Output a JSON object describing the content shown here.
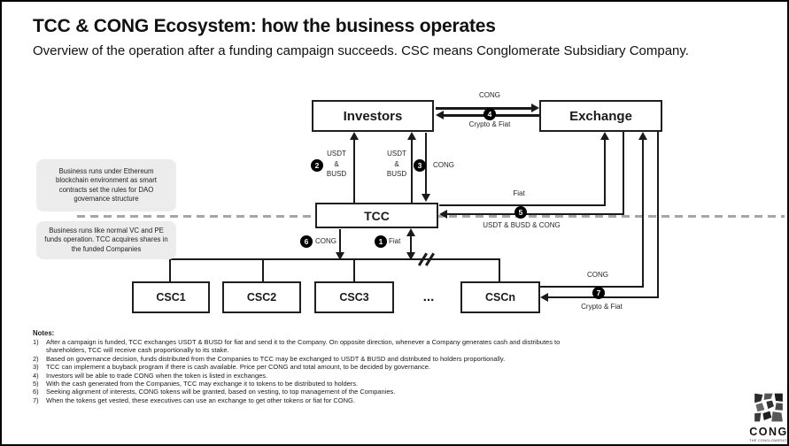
{
  "header": {
    "title": "TCC & CONG Ecosystem: how the business operates",
    "subtitle": "Overview of the operation after a funding campaign succeeds. CSC means Conglomerate Subsidiary Company."
  },
  "side_notes": {
    "box1": "Business runs under Ethereum blockchain environment as smart contracts set the rules for DAO governance structure",
    "box2": "Business runs like normal VC and PE funds operation. TCC acquires shares in the funded Companies"
  },
  "nodes": {
    "investors": "Investors",
    "exchange": "Exchange",
    "tcc": "TCC",
    "csc1": "CSC1",
    "csc2": "CSC2",
    "csc3": "CSC3",
    "cscn": "CSCn",
    "ellipsis": "..."
  },
  "flows": {
    "f1": {
      "badge": "1",
      "label": "Fiat"
    },
    "f2": {
      "badge": "2",
      "label": "USDT\n&\nBUSD"
    },
    "f2b": {
      "label": "USDT\n&\nBUSD"
    },
    "f3": {
      "badge": "3",
      "label": "CONG"
    },
    "f4": {
      "badge": "4",
      "label_top": "CONG",
      "label_bottom": "Crypto & Fiat"
    },
    "f5": {
      "badge": "5",
      "label_top": "Fiat",
      "label_bottom": "USDT & BUSD & CONG"
    },
    "f6": {
      "badge": "6",
      "label": "CONG"
    },
    "f7": {
      "badge": "7",
      "label_top": "CONG",
      "label_bottom": "Crypto & Fiat"
    }
  },
  "notes": {
    "heading": "Notes:",
    "items": [
      {
        "n": "1)",
        "t": "After a campaign is funded, TCC exchanges USDT & BUSD for fiat and send it to the Company. On opposite direction, whenever a Company generates cash and distributes to shareholders, TCC will receive cash proportionally to its stake."
      },
      {
        "n": "2)",
        "t": "Based on governance decision, funds distributed from the Companies to TCC may be exchanged to USDT & BUSD and distributed to holders proportionally."
      },
      {
        "n": "3)",
        "t": "TCC can implement a buyback program if there is cash available. Price per CONG and total amount, to be decided by governance."
      },
      {
        "n": "4)",
        "t": "Investors will be able to trade CONG when the token is listed in exchanges."
      },
      {
        "n": "5)",
        "t": "With the cash generated from the Companies, TCC may exchange it to tokens to be distributed to holders."
      },
      {
        "n": "6)",
        "t": "Seeking alignment of interests, CONG tokens will be granted, based on vesting, to top management of the Companies."
      },
      {
        "n": "7)",
        "t": "When the tokens get vested, these executives can use an exchange to get other tokens or fiat for CONG."
      }
    ]
  },
  "logo": {
    "name": "CONG",
    "tagline": "THE CONGLOMERATE CAP"
  },
  "colors": {
    "line": "#1a1a1a",
    "dashed_divider": "#a6a6a6",
    "note_box_bg": "#ececec",
    "badge_bg": "#000000"
  }
}
